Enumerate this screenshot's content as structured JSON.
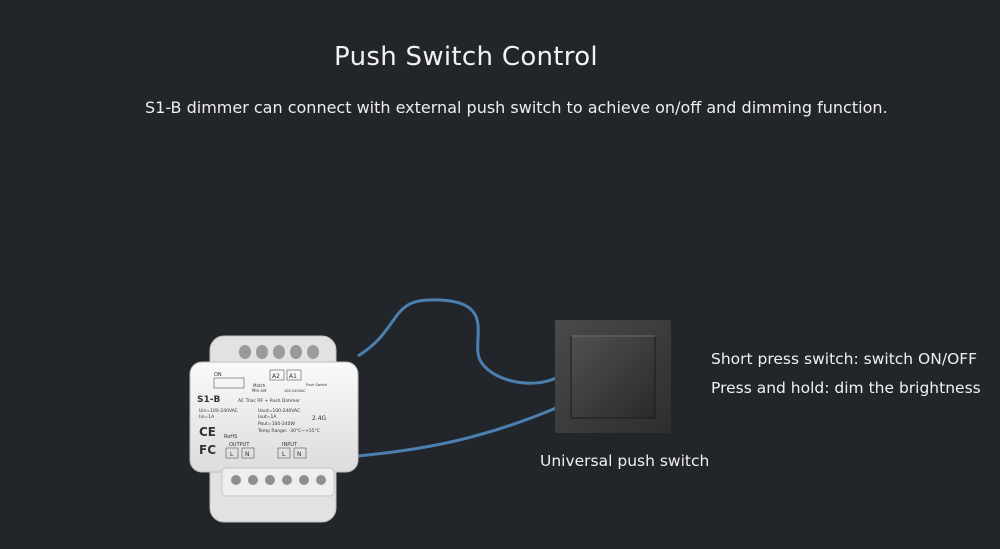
{
  "header": {
    "title": "Push Switch Control",
    "subtitle": "S1-B dimmer can connect with external push switch to achieve on/off and dimming function."
  },
  "notes": {
    "short_press": "Short press switch: switch ON/OFF",
    "press_hold": "Press and hold: dim the brightness"
  },
  "switch": {
    "caption": "Universal push switch"
  },
  "device": {
    "model": "S1-B",
    "subtitle": "AC Triac RF + Push Dimmer",
    "uin": "Uin=100-240VAC",
    "iin": "Iin=1A",
    "uout": "Uout=100-240VAC",
    "iout": "Iout=1A",
    "pout": "Pout=100-240W",
    "temp": "Temp Range: -30°C~+55°C",
    "rf": "2.4G",
    "a2": "A2",
    "a1": "A1",
    "vac": "100-240VAC",
    "match": "Match",
    "min_set": "Min set",
    "push_switch": "Push Switch",
    "output": "OUTPUT",
    "input": "INPUT",
    "l": "L",
    "n": "N",
    "ce": "CE",
    "rohs": "RoHS",
    "fc": "FC",
    "on": "ON"
  },
  "colors": {
    "background": "#22252a",
    "wire": "#4a7fb0",
    "switch_plate": "#3b3b3d",
    "device_body": "#f4f4f4"
  }
}
